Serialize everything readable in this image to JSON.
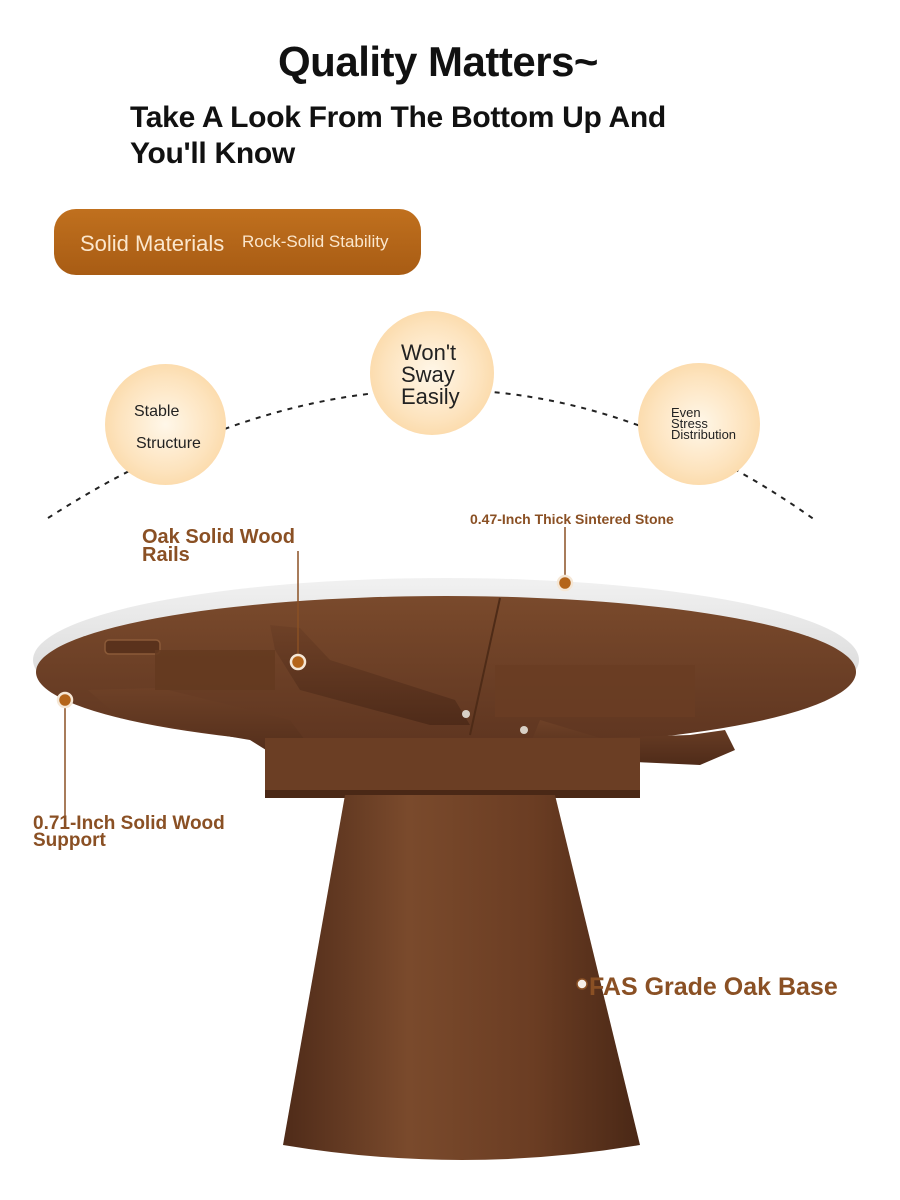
{
  "header": {
    "title": "Quality Matters~",
    "subtitle_line1": "Take A Look From The Bottom Up And",
    "subtitle_line2": "You'll Know"
  },
  "pill": {
    "label_main": "Solid Materials",
    "label_secondary": "Rock-Solid Stability"
  },
  "bubbles": {
    "left": {
      "line1": "Stable",
      "line2": "Structure"
    },
    "center": {
      "line1": "Won't",
      "line2": "Sway",
      "line3": "Easily"
    },
    "right": {
      "line1": "Even",
      "line2": "Stress",
      "line3": "Distribution"
    }
  },
  "annotations": {
    "rails": {
      "line1": "Oak Solid Wood",
      "line2": "Rails"
    },
    "stone": "0.47-Inch Thick Sintered Stone",
    "support": {
      "line1": "0.71-Inch Solid Wood",
      "line2": "Support"
    },
    "base": "FAS Grade Oak Base"
  },
  "colors": {
    "accent": "#b4651a",
    "annotation_text": "#8a5024",
    "wood_dark": "#5e3520",
    "wood_mid": "#7a4a2c"
  }
}
